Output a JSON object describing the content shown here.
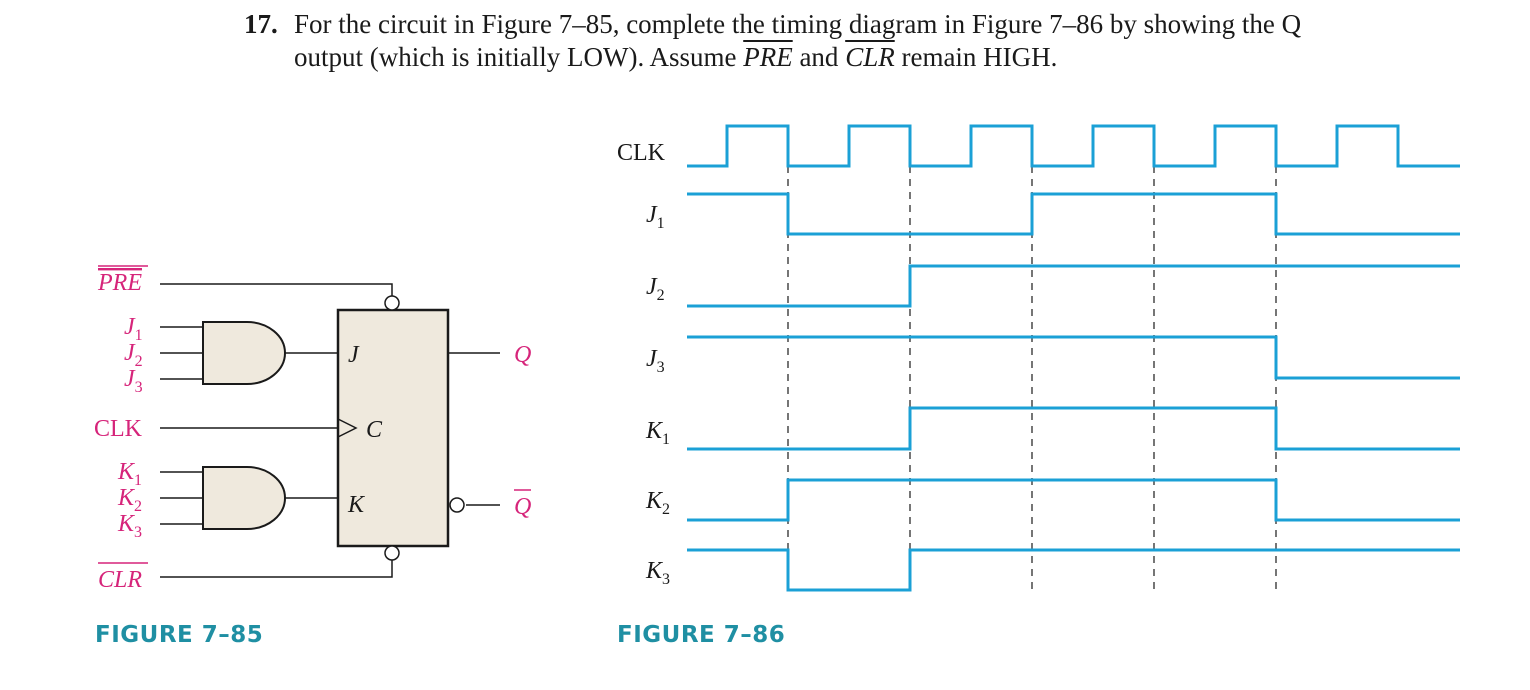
{
  "problem": {
    "number": "17.",
    "line1": "For the circuit in Figure 7–85, complete the timing diagram in Figure 7–86 by showing the Q",
    "line2_pre": "output (which is initially LOW). Assume ",
    "pre_term": "PRE",
    "line2_and": " and ",
    "clr_term": "CLR",
    "line2_post": " remain HIGH."
  },
  "figure_85": {
    "caption": "FIGURE 7–85",
    "input_labels": {
      "pre": "PRE",
      "j1": "J",
      "j2": "J",
      "j3": "J",
      "clk": "CLK",
      "k1": "K",
      "k2": "K",
      "k3": "K",
      "clr": "CLR"
    },
    "subscripts": {
      "one": "1",
      "two": "2",
      "three": "3"
    },
    "ff_labels": {
      "j": "J",
      "c": "C",
      "k": "K"
    },
    "outputs": {
      "q": "Q",
      "qbar": "Q"
    }
  },
  "figure_86": {
    "caption": "FIGURE 7–86",
    "signals": [
      {
        "label": "CLK",
        "sub": "",
        "pattern": "clock"
      },
      {
        "label": "J",
        "sub": "1",
        "levels": [
          1,
          0,
          0,
          1,
          1,
          0
        ]
      },
      {
        "label": "J",
        "sub": "2",
        "levels": [
          0,
          0,
          1,
          1,
          1,
          1
        ]
      },
      {
        "label": "J",
        "sub": "3",
        "levels": [
          1,
          1,
          1,
          1,
          1,
          0
        ]
      },
      {
        "label": "K",
        "sub": "1",
        "levels": [
          0,
          0,
          1,
          1,
          1,
          0
        ]
      },
      {
        "label": "K",
        "sub": "2",
        "levels": [
          0,
          1,
          1,
          1,
          1,
          0
        ]
      },
      {
        "label": "K",
        "sub": "3",
        "levels": [
          1,
          0,
          1,
          1,
          1,
          1
        ]
      }
    ],
    "clock_cycles": 6
  },
  "colors": {
    "wave": "#1ba0d6",
    "label_pink": "#d6247a",
    "caption": "#1f8fa3",
    "ff_fill": "#efe9dd"
  }
}
